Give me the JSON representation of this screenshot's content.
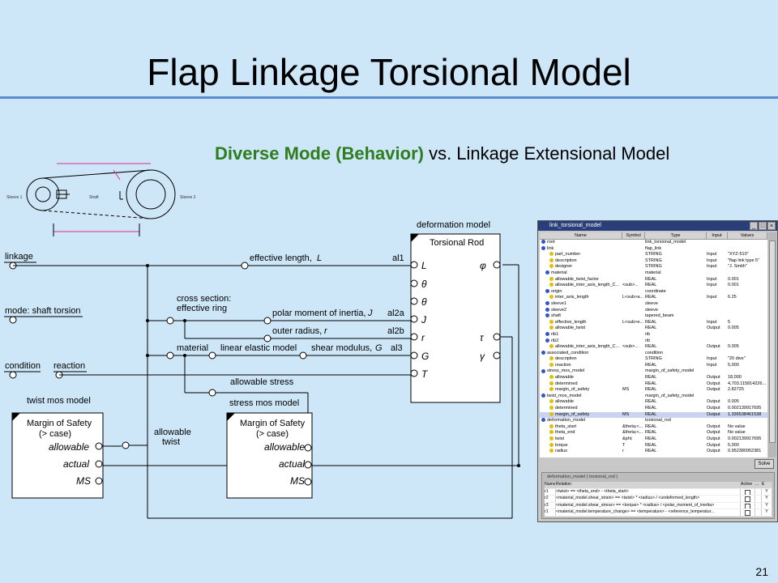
{
  "slide": {
    "title": "Flap Linkage Torsional Model",
    "subtitle_emphasis": "Diverse Mode (Behavior)",
    "subtitle_rest": " vs. Linkage Extensional Model",
    "page_number": "21"
  },
  "diagram": {
    "deformation_model_label": "deformation model",
    "torsional_rod_title": "Torsional Rod",
    "rod_vars": [
      "L",
      "θ",
      "θ",
      "J",
      "r",
      "G",
      "T"
    ],
    "rod_out_vars": [
      "φ",
      "τ",
      "γ"
    ],
    "left_labels": [
      "linkage",
      "mode: shaft torsion",
      "condition"
    ],
    "reaction": "reaction",
    "effective_length": "effective length,",
    "effective_length_sym": "L",
    "cross_section": "cross section:",
    "effective_ring": "effective ring",
    "polar_moment": "polar moment of inertia,",
    "polar_sym": "J",
    "outer_radius": "outer radius,",
    "outer_sym": "r",
    "material": "material",
    "linear_elastic": "linear elastic model",
    "shear_modulus": "shear modulus,",
    "shear_sym": "G",
    "port_labels": [
      "al1",
      "al2a",
      "al2b",
      "al3"
    ],
    "allowable_stress": "allowable stress",
    "allowable_twist_1": "allowable",
    "allowable_twist_2": "twist",
    "twist_mos_label": "twist mos model",
    "stress_mos_label": "stress mos model",
    "mos_title": "Margin of Safety",
    "mos_case": "(> case)",
    "mos_fields": [
      "allowable",
      "actual",
      "MS"
    ],
    "sketch_labels": [
      "Sleeve 1",
      "Shaft",
      "Sleeve 2"
    ]
  },
  "app": {
    "window_title": "link_torsional_model",
    "columns": [
      "Name",
      "Symbol",
      "Type",
      "Input",
      "Values"
    ],
    "rows": [
      {
        "name": "root",
        "sym": "",
        "type": "link_torsional_model",
        "input": "",
        "val": "",
        "dot": "#3355cc",
        "indent": 0
      },
      {
        "name": "link",
        "sym": "",
        "type": "flap_link",
        "input": "",
        "val": "",
        "dot": "#3355cc",
        "indent": 0
      },
      {
        "name": "part_number",
        "sym": "",
        "type": "STRING",
        "input": "Input",
        "val": "\"XYZ-510\"",
        "dot": "#e0c000",
        "indent": 2
      },
      {
        "name": "description",
        "sym": "",
        "type": "STRING",
        "input": "Input",
        "val": "\"flap link type 5\"",
        "dot": "#e0c000",
        "indent": 2
      },
      {
        "name": "designer",
        "sym": "",
        "type": "STRING",
        "input": "Input",
        "val": "\"J. Smith\"",
        "dot": "#e0c000",
        "indent": 2
      },
      {
        "name": "material",
        "sym": "",
        "type": "material",
        "input": "",
        "val": "",
        "dot": "#3355cc",
        "indent": 1
      },
      {
        "name": "allowable_twist_factor",
        "sym": "",
        "type": "REAL",
        "input": "Input",
        "val": "0.001",
        "dot": "#e0c000",
        "indent": 2
      },
      {
        "name": "allowable_inter_axis_length_C...",
        "sym": "<sub>...",
        "type": "REAL",
        "input": "Input",
        "val": "0.001",
        "dot": "#e0c000",
        "indent": 2
      },
      {
        "name": "origin",
        "sym": "",
        "type": "coordinate",
        "input": "",
        "val": "",
        "dot": "#3355cc",
        "indent": 1
      },
      {
        "name": "inter_axis_length",
        "sym": "L<sub>a...",
        "type": "REAL",
        "input": "Input",
        "val": "6.25",
        "dot": "#e0c000",
        "indent": 2
      },
      {
        "name": "sleeve1",
        "sym": "",
        "type": "sleeve",
        "input": "",
        "val": "",
        "dot": "#3355cc",
        "indent": 1
      },
      {
        "name": "sleeve2",
        "sym": "",
        "type": "sleeve",
        "input": "",
        "val": "",
        "dot": "#3355cc",
        "indent": 1
      },
      {
        "name": "shaft",
        "sym": "",
        "type": "tapered_beam",
        "input": "",
        "val": "",
        "dot": "#3355cc",
        "indent": 1
      },
      {
        "name": "effective_length",
        "sym": "L<sub>e...",
        "type": "REAL",
        "input": "Input",
        "val": "5",
        "dot": "#e0c000",
        "indent": 2
      },
      {
        "name": "allowable_twist",
        "sym": "",
        "type": "REAL",
        "input": "Output",
        "val": "0.005",
        "dot": "#e0c000",
        "indent": 2
      },
      {
        "name": "rib1",
        "sym": "",
        "type": "rib",
        "input": "",
        "val": "",
        "dot": "#3355cc",
        "indent": 1
      },
      {
        "name": "rib2",
        "sym": "",
        "type": "rib",
        "input": "",
        "val": "",
        "dot": "#3355cc",
        "indent": 1
      },
      {
        "name": "allowable_inter_axis_length_C...",
        "sym": "<sub>...",
        "type": "REAL",
        "input": "Output",
        "val": "0.005",
        "dot": "#e0c000",
        "indent": 2
      },
      {
        "name": "associated_condition",
        "sym": "",
        "type": "condition",
        "input": "",
        "val": "",
        "dot": "#3355cc",
        "indent": 0
      },
      {
        "name": "description",
        "sym": "",
        "type": "STRING",
        "input": "Input",
        "val": "\"20 dive\"",
        "dot": "#e0c000",
        "indent": 2
      },
      {
        "name": "reaction",
        "sym": "",
        "type": "REAL",
        "input": "Input",
        "val": "5,000",
        "dot": "#e0c000",
        "indent": 2
      },
      {
        "name": "stress_mos_model",
        "sym": "",
        "type": "margin_of_safety_model",
        "input": "",
        "val": "",
        "dot": "#3355cc",
        "indent": 0
      },
      {
        "name": "allowable",
        "sym": "",
        "type": "REAL",
        "input": "Output",
        "val": "18,000",
        "dot": "#e0c000",
        "indent": 2
      },
      {
        "name": "determined",
        "sym": "",
        "type": "REAL",
        "input": "Output",
        "val": "4,703.115814226...",
        "dot": "#e0c000",
        "indent": 2
      },
      {
        "name": "margin_of_safety",
        "sym": "MS",
        "type": "REAL",
        "input": "Output",
        "val": "2.82725",
        "dot": "#e0c000",
        "indent": 2
      },
      {
        "name": "twist_mos_model",
        "sym": "",
        "type": "margin_of_safety_model",
        "input": "",
        "val": "",
        "dot": "#3355cc",
        "indent": 0
      },
      {
        "name": "allowable",
        "sym": "",
        "type": "REAL",
        "input": "Output",
        "val": "0.005",
        "dot": "#e0c000",
        "indent": 2
      },
      {
        "name": "determined",
        "sym": "",
        "type": "REAL",
        "input": "Output",
        "val": "0.002139917695",
        "dot": "#e0c000",
        "indent": 2
      },
      {
        "name": "margin_of_safety",
        "sym": "MS",
        "type": "REAL",
        "input": "Output",
        "val": "1.336538461538",
        "dot": "#e0c000",
        "indent": 2
      },
      {
        "name": "deformation_model",
        "sym": "",
        "type": "torsional_rod",
        "input": "",
        "val": "",
        "dot": "#3355cc",
        "indent": 0
      },
      {
        "name": "theta_start",
        "sym": "&theta;<...",
        "type": "REAL",
        "input": "Output",
        "val": "No value",
        "dot": "#e0c000",
        "indent": 2
      },
      {
        "name": "theta_end",
        "sym": "&theta;<...",
        "type": "REAL",
        "input": "Output",
        "val": "No value",
        "dot": "#e0c000",
        "indent": 2
      },
      {
        "name": "twist",
        "sym": "&phi;",
        "type": "REAL",
        "input": "Output",
        "val": "0.002139917695",
        "dot": "#e0c000",
        "indent": 2
      },
      {
        "name": "torque",
        "sym": "T",
        "type": "REAL",
        "input": "Output",
        "val": "5,000",
        "dot": "#e0c000",
        "indent": 2
      },
      {
        "name": "radius",
        "sym": "r",
        "type": "REAL",
        "input": "Output",
        "val": "0.952380952381",
        "dot": "#e0c000",
        "indent": 2
      }
    ],
    "solve_label": "Solve",
    "relations_title": "deformation_model ( torsional_rod )",
    "rel_columns": [
      "Name",
      "Relation",
      "Active",
      "...",
      "E"
    ],
    "relations": [
      {
        "name": "r1",
        "rel": "<twist> == <theta_end> - <theta_start>",
        "e": "Y"
      },
      {
        "name": "r2",
        "rel": "<material_model.shear_strain> == <twist> * <radius> / <undeformed_length>",
        "e": "Y"
      },
      {
        "name": "r3",
        "rel": "<material_model.shear_stress> == <torque> * <radius> / <polar_moment_of_inertia>",
        "e": "Y"
      },
      {
        "name": "r1",
        "rel": "<material_model.temperature_change> == <temperature> - <reference_temperatur...",
        "e": "Y"
      }
    ]
  }
}
